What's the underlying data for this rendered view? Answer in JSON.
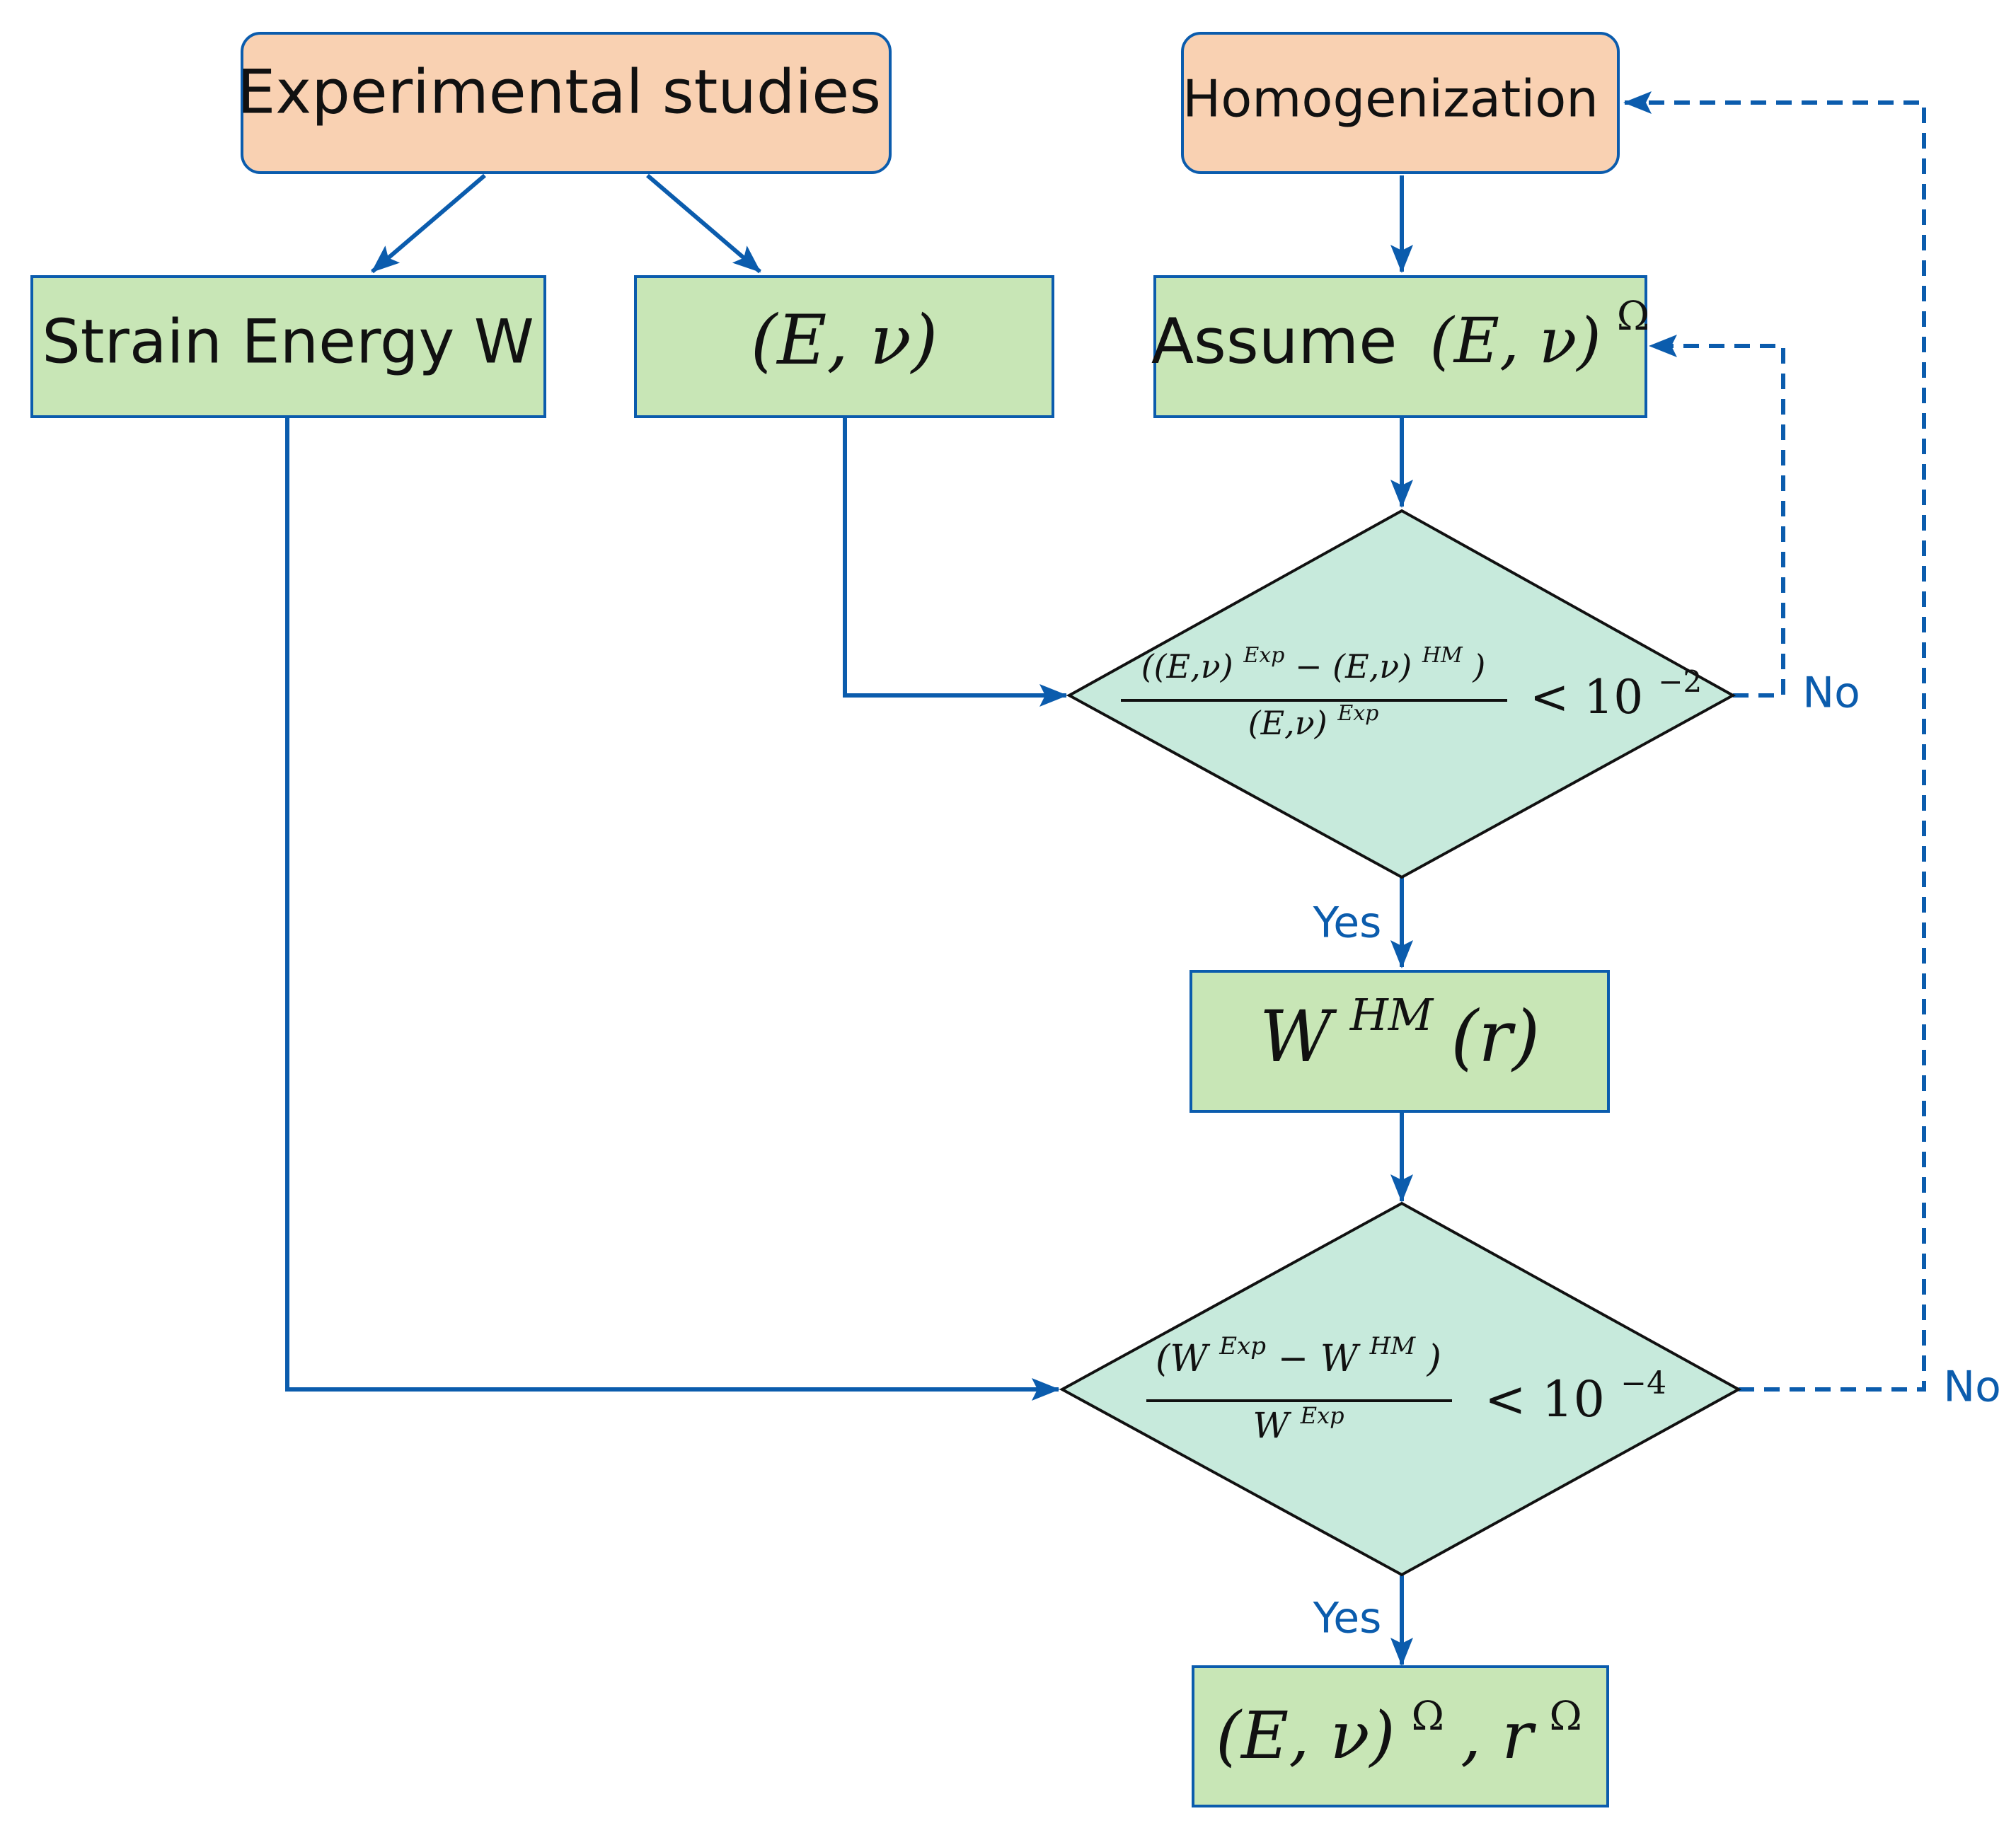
{
  "colors": {
    "arrow": "#0b5cad",
    "start_fill": "#f9d1b2",
    "start_stroke": "#0b5cad",
    "process_fill": "#c8e6b6",
    "process_stroke": "#0b5cad",
    "decision_fill": "#c7eadc",
    "decision_stroke": "#111111",
    "label_text": "#0b5cad",
    "node_text": "#111111"
  },
  "nodes": {
    "experimental": {
      "label": "Experimental studies"
    },
    "homogenization": {
      "label": "Homogenization"
    },
    "strain_energy": {
      "label": "Strain Energy W"
    },
    "e_nu": {
      "label": "(E, ν)"
    },
    "assume": {
      "prefix": "Assume",
      "expr": "(E, ν)",
      "sup": "Ω"
    },
    "decision1": {
      "num_a": "((E,ν)",
      "num_a_sup": "Exp",
      "num_mid": " − (E,ν)",
      "num_b_sup": "HM",
      "num_close": ")",
      "den": "(E,ν)",
      "den_sup": "Exp",
      "relation": "< 10",
      "exp": "−2"
    },
    "w_hm": {
      "base": "W",
      "sup": "HM",
      "arg": "(r)"
    },
    "decision2": {
      "num_a": "(W",
      "num_a_sup": "Exp",
      "num_mid": " − W",
      "num_b_sup": "HM",
      "num_close": ")",
      "den": "W",
      "den_sup": "Exp",
      "relation": "< 10",
      "exp": "−4"
    },
    "result": {
      "expr": "(E, ν)",
      "sup1": "Ω",
      "mid": ", r",
      "sup2": "Ω"
    }
  },
  "edge_labels": {
    "yes1": "Yes",
    "no1": "No",
    "yes2": "Yes",
    "no2": "No"
  }
}
